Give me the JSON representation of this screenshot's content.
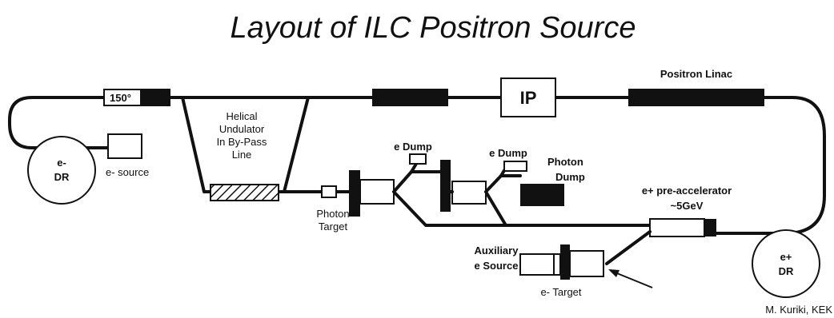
{
  "title": "Layout of ILC Positron Source",
  "labels": {
    "bend_angle": "150°",
    "ip": "IP",
    "positron_linac": "Positron Linac",
    "undulator_l1": "Helical",
    "undulator_l2": "Undulator",
    "undulator_l3": "In By-Pass",
    "undulator_l4": "Line",
    "electron_dr_l1": "e-",
    "electron_dr_l2": "DR",
    "electron_source": "e- source",
    "e_dump_1": "e Dump",
    "e_dump_2": "e Dump",
    "photon_dump_l1": "Photon",
    "photon_dump_l2": "Dump",
    "photon_target_l1": "Photon",
    "photon_target_l2": "Target",
    "pre_acc_l1": "e+ pre-accelerator",
    "pre_acc_l2": "~5GeV",
    "aux_l1": "Auxiliary",
    "aux_l2": "e Source",
    "e_target": "e- Target",
    "positron_dr_l1": "e+",
    "positron_dr_l2": "DR",
    "credit": "M. Kuriki, KEK"
  }
}
